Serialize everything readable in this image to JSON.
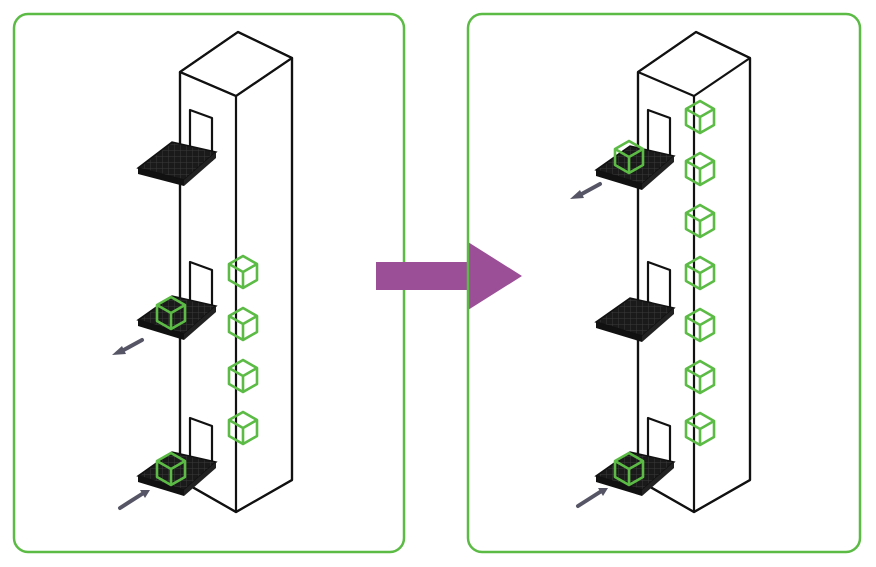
{
  "diagram": {
    "description_text": "",
    "colors": {
      "panel_border": "#5bbb45",
      "box": "#5bbb45",
      "tower_stroke": "#111111",
      "tray": "#1a1a1a",
      "transition_arrow": "#9b4f96",
      "flow_arrow": "#555566"
    },
    "panels": [
      {
        "id": "before",
        "tower_boxes": 4,
        "trays": [
          {
            "level": "top",
            "has_box": false,
            "flow": "none"
          },
          {
            "level": "middle",
            "has_box": true,
            "flow": "out"
          },
          {
            "level": "bottom",
            "has_box": true,
            "flow": "in"
          }
        ]
      },
      {
        "id": "after",
        "tower_boxes": 7,
        "trays": [
          {
            "level": "top",
            "has_box": true,
            "flow": "out"
          },
          {
            "level": "middle",
            "has_box": false,
            "flow": "none"
          },
          {
            "level": "bottom",
            "has_box": true,
            "flow": "in"
          }
        ]
      }
    ],
    "icons": [
      "vertical-storage-tower-icon",
      "tray-icon",
      "box-icon",
      "transition-arrow-icon",
      "flow-arrow-icon"
    ]
  }
}
